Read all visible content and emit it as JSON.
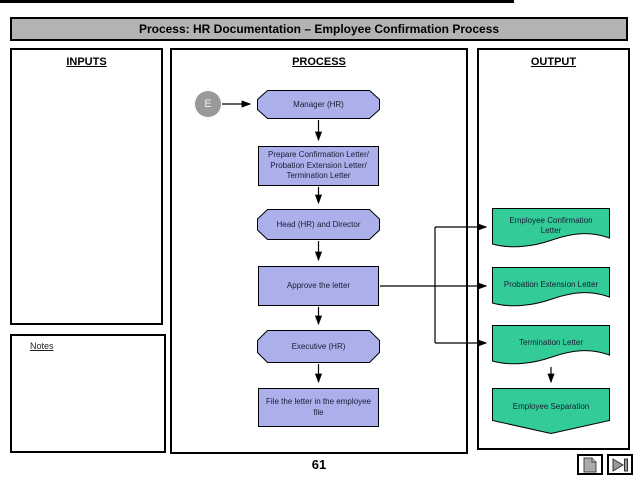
{
  "title": "Process: HR Documentation – Employee Confirmation Process",
  "page_number": "61",
  "columns": {
    "inputs": {
      "header": "INPUTS"
    },
    "process": {
      "header": "PROCESS"
    },
    "output": {
      "header": "OUTPUT"
    }
  },
  "notes": {
    "label": "Notes"
  },
  "connector": {
    "label": "E"
  },
  "process_steps": [
    {
      "type": "octagon",
      "label": "Manager (HR)"
    },
    {
      "type": "rect",
      "label": "Prepare Confirmation Letter/\nProbation Extension Letter/\nTermination Letter"
    },
    {
      "type": "octagon",
      "label": "Head (HR) and Director"
    },
    {
      "type": "rect",
      "label": "Approve the letter"
    },
    {
      "type": "octagon",
      "label": "Executive (HR)"
    },
    {
      "type": "rect",
      "label": "File the letter in the employee\nfile"
    }
  ],
  "outputs": [
    {
      "type": "document",
      "label": "Employee Confirmation\nLetter"
    },
    {
      "type": "document",
      "label": "Probation Extension Letter"
    },
    {
      "type": "document",
      "label": "Termination Letter"
    },
    {
      "type": "offpage-connector",
      "label": "Employee Separation"
    }
  ],
  "nav": {
    "icons": [
      "page-icon",
      "skip-to-end-icon"
    ]
  },
  "colors": {
    "title_bar_bg": "#b3b3b3",
    "process_fill": "#abb0ea",
    "output_fill": "#33cc99",
    "connector_circle": "#999999",
    "line": "#000000"
  }
}
